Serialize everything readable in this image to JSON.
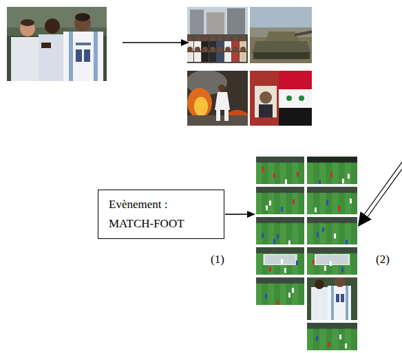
{
  "diagram": {
    "nodes": [
      {
        "text": [
          "Evènement : MATCH-FOOT"
        ]
      }
    ],
    "labels": [
      "(1)",
      "(2)"
    ]
  }
}
